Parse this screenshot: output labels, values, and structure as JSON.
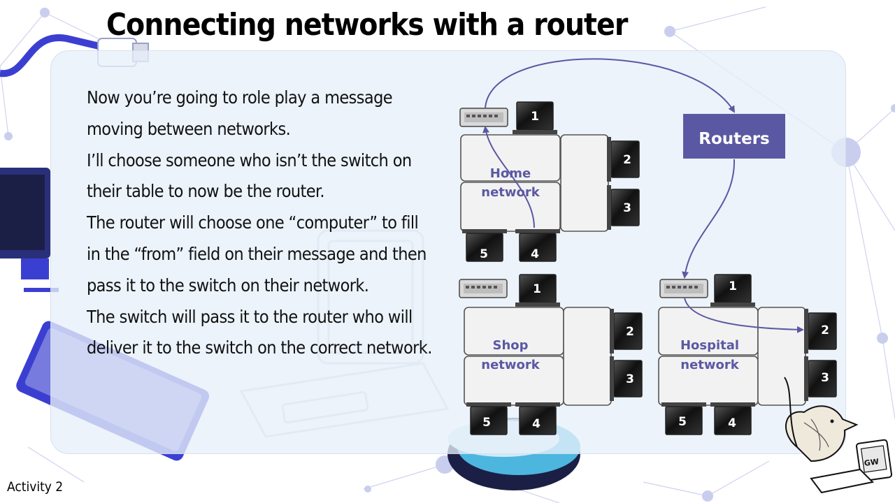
{
  "slide": {
    "title": "Connecting networks with a router",
    "activity": "Activity 2"
  },
  "body_paragraphs": [
    "Now you’re going to role play a message moving between networks.",
    "I’ll choose someone who isn’t the switch on their table to now be the router.",
    "The router will choose one “computer” to fill in the “from” field on their message and then pass it to the switch on their network.",
    "The switch will pass it to the router who will deliver it to the switch on the correct network."
  ],
  "diagram": {
    "routers_label": "Routers",
    "networks": [
      {
        "id": "home",
        "line1": "Home",
        "line2": "network",
        "computers": [
          "1",
          "2",
          "3",
          "4",
          "5"
        ]
      },
      {
        "id": "shop",
        "line1": "Shop",
        "line2": "network",
        "computers": [
          "1",
          "2",
          "3",
          "4",
          "5"
        ]
      },
      {
        "id": "hospital",
        "line1": "Hospital",
        "line2": "network",
        "computers": [
          "1",
          "2",
          "3",
          "4",
          "5"
        ]
      }
    ],
    "logo_text": "GW"
  },
  "colors": {
    "router_box": "#5b58a3",
    "network_label": "#5b58a3",
    "arrow": "#5b58a3",
    "panel": "#e7f0fa",
    "illustration": "#3b3fd1",
    "node": "#c9cdee"
  }
}
